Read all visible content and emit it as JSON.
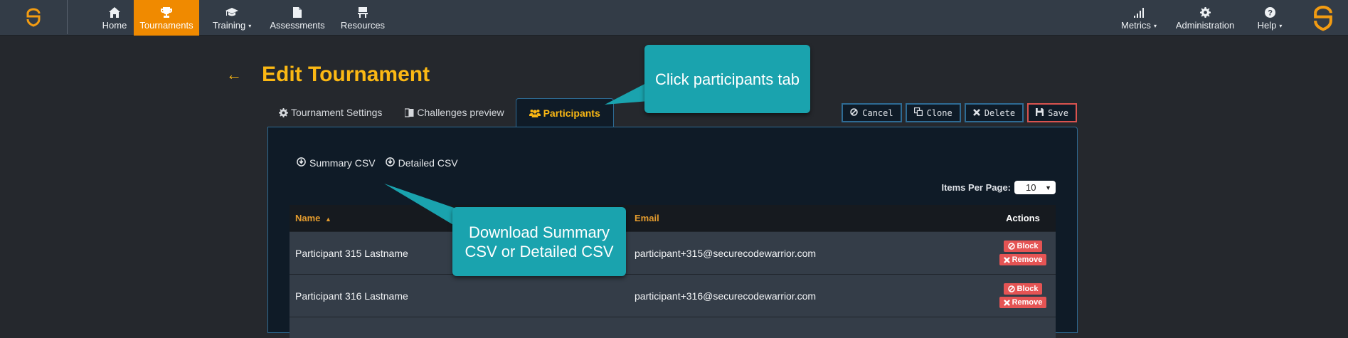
{
  "topnav": {
    "items": [
      {
        "label": "Home",
        "icon": "home-icon"
      },
      {
        "label": "Tournaments",
        "icon": "trophy-icon",
        "active": true
      },
      {
        "label": "Training",
        "icon": "graduation-cap-icon",
        "dropdown": true
      },
      {
        "label": "Assessments",
        "icon": "file-icon"
      },
      {
        "label": "Resources",
        "icon": "desk-icon"
      }
    ],
    "right_items": [
      {
        "label": "Metrics",
        "icon": "signal-bars-icon",
        "dropdown": true
      },
      {
        "label": "Administration",
        "icon": "gear-icon"
      },
      {
        "label": "Help",
        "icon": "question-circle-icon",
        "dropdown": true
      }
    ],
    "caret": "▾"
  },
  "page": {
    "back_arrow": "←",
    "title": "Edit Tournament"
  },
  "tabs": [
    {
      "label": "Tournament Settings",
      "icon": "gear-icon"
    },
    {
      "label": "Challenges preview",
      "icon": "book-icon"
    },
    {
      "label": "Participants",
      "icon": "users-icon",
      "active": true
    }
  ],
  "actions": {
    "cancel": "Cancel",
    "clone": "Clone",
    "delete": "Delete",
    "save": "Save"
  },
  "panel": {
    "summary_csv": "Summary CSV",
    "detailed_csv": "Detailed CSV",
    "items_per_page_label": "Items Per Page:",
    "items_per_page_value": "10",
    "select_arrow": "▼"
  },
  "table": {
    "columns": {
      "name": "Name",
      "sort_indicator": "▲",
      "email": "Email",
      "actions": "Actions"
    },
    "rows": [
      {
        "name": "Participant 315 Lastname",
        "email": "participant+315@securecodewarrior.com",
        "block": "Block",
        "remove": "Remove"
      },
      {
        "name": "Participant 316 Lastname",
        "email": "participant+316@securecodewarrior.com",
        "block": "Block",
        "remove": "Remove"
      }
    ]
  },
  "callouts": {
    "participants_tab": "Click participants tab",
    "download": "Download Summary CSV or Detailed CSV"
  },
  "colors": {
    "accent_orange": "#f08a00",
    "title_yellow": "#fbb814",
    "callout_teal": "#1aa3ae",
    "danger_red": "#e55454",
    "panel_bg": "#0f1b27",
    "nav_bg": "#333c47"
  }
}
